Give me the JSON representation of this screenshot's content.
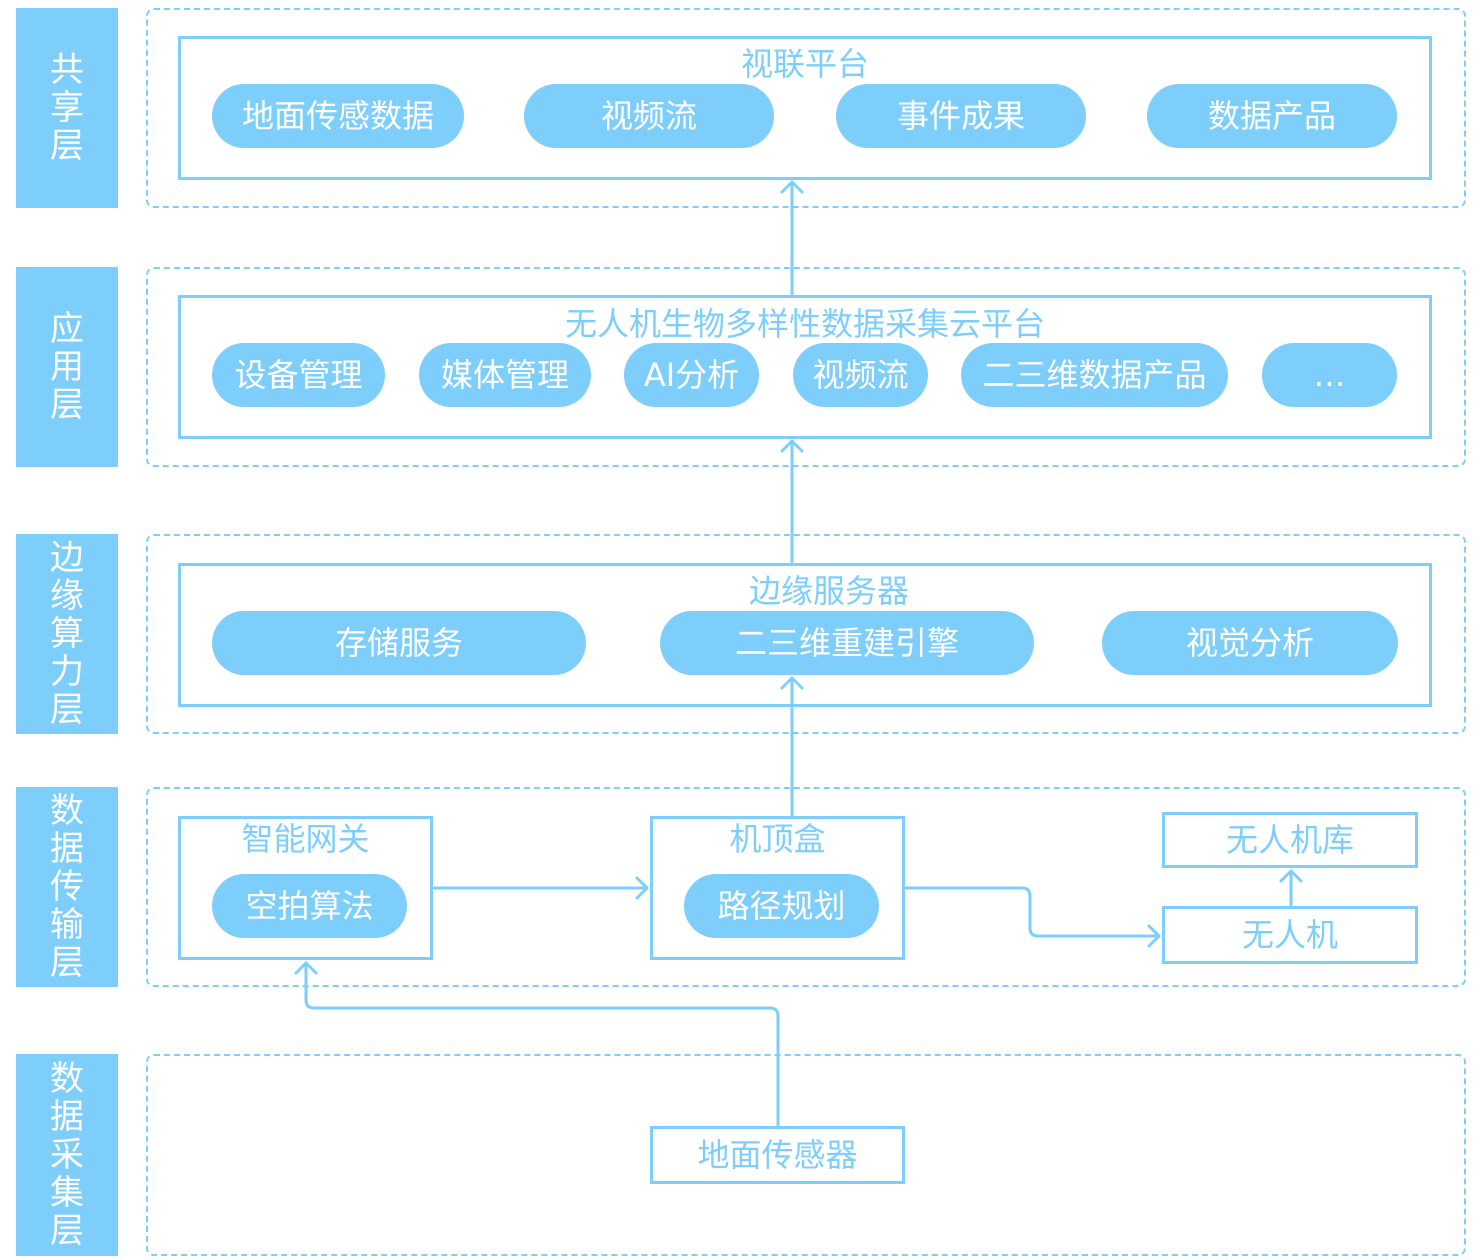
{
  "layers": {
    "share": "共享层",
    "application": "应用层",
    "edge": "边缘算力层",
    "transmission": "数据传输层",
    "collection": "数据采集层"
  },
  "share_platform": {
    "title": "视联平台",
    "items": [
      "地面传感数据",
      "视频流",
      "事件成果",
      "数据产品"
    ]
  },
  "app_platform": {
    "title": "无人机生物多样性数据采集云平台",
    "items": [
      "设备管理",
      "媒体管理",
      "AI分析",
      "视频流",
      "二三维数据产品",
      "…"
    ]
  },
  "edge_server": {
    "title": "边缘服务器",
    "items": [
      "存储服务",
      "二三维重建引擎",
      "视觉分析"
    ]
  },
  "transmission": {
    "gateway_title": "智能网关",
    "gateway_item": "空拍算法",
    "stb_title": "机顶盒",
    "stb_item": "路径规划",
    "drone_hangar": "无人机库",
    "drone": "无人机"
  },
  "collection": {
    "sensor": "地面传感器"
  },
  "colors": {
    "accent": "#7ecefc",
    "text_on_accent": "#ffffff"
  }
}
